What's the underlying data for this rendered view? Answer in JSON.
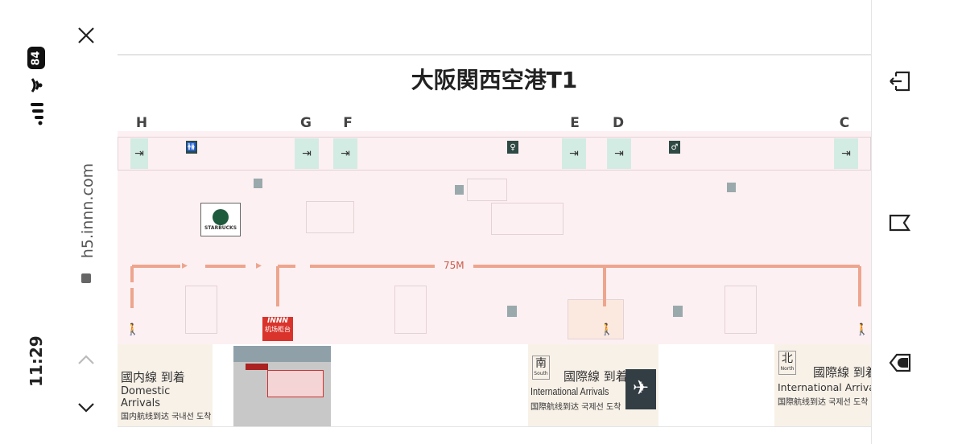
{
  "status_bar": {
    "time": "11:29",
    "battery": "84"
  },
  "browser": {
    "url": "h5.innn.com"
  },
  "page": {
    "title": "大阪関西空港T1"
  },
  "map": {
    "gates": [
      "H",
      "G",
      "F",
      "E",
      "D",
      "C"
    ],
    "distance_label": "75M",
    "starbucks_label": "STARBUCKS",
    "counter": {
      "logo": "INNN",
      "label": "机场柜台"
    }
  },
  "arrivals": {
    "domestic": {
      "title_jp": "國内線 到着",
      "title_en": "Domestic Arrivals",
      "subtitle": "国内航线到达 국내선 도착"
    },
    "south": {
      "dir": "南",
      "dir_en": "South",
      "title_jp": "國際線 到着",
      "title_en": "International Arrivals",
      "subtitle": "国際航线到达 국제선 도착"
    },
    "north": {
      "dir": "北",
      "dir_en": "North",
      "title_jp": "國際線 到着",
      "title_en": "International Arrivals",
      "subtitle": "国際航线到达 국제선 도착"
    }
  },
  "colors": {
    "route": "#eda58e",
    "gate": "#d3ece3",
    "map_bg": "#fdf0f2",
    "panel_bg": "#f8f1e8",
    "counter": "#d9332b"
  }
}
